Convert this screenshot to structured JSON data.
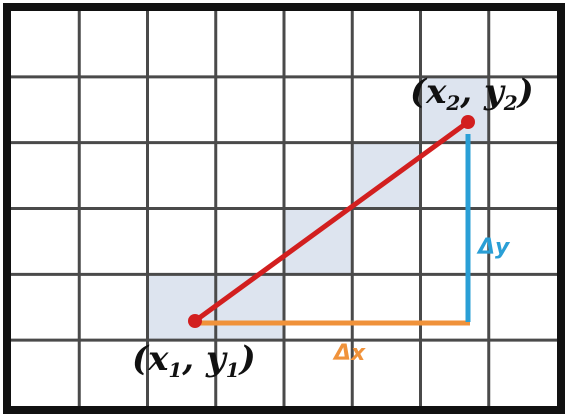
{
  "grid": {
    "columns": 8,
    "rows": 6,
    "line_color": "#4a4a4a",
    "border_color": "#111111",
    "cell_highlight_color": "#dde4ef"
  },
  "highlighted_cells": [
    {
      "col": 2,
      "row": 4
    },
    {
      "col": 3,
      "row": 4
    },
    {
      "col": 4,
      "row": 3
    },
    {
      "col": 5,
      "row": 2
    },
    {
      "col": 6,
      "row": 1
    }
  ],
  "segment": {
    "color": "#d21f1f"
  },
  "point_start": {
    "label_open": "(x",
    "label_sub_x": "1",
    "label_mid": ", y",
    "label_sub_y": "1",
    "label_close": ")"
  },
  "point_end": {
    "label_open": "(x",
    "label_sub_x": "2",
    "label_mid": ", y",
    "label_sub_y": "2",
    "label_close": ")"
  },
  "delta_x": {
    "label": "Δx",
    "color": "#f0923a"
  },
  "delta_y": {
    "label": "Δy",
    "color": "#2a9fd6"
  }
}
